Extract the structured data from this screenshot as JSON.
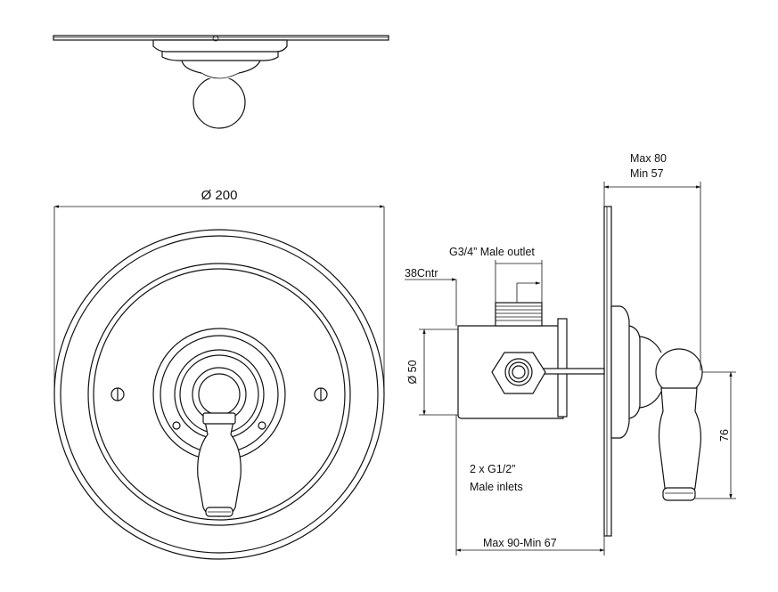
{
  "labels": {
    "diameter_200": "Ø 200",
    "max_80": "Max 80",
    "min_57": "Min 57",
    "male_outlet": "G3/4” Male outlet",
    "cntr_38": "38Cntr",
    "diameter_50": "Ø 50",
    "dim_76": "76",
    "inlets_line1": "2 x G1/2”",
    "inlets_line2": "Male inlets",
    "max_90_min_67": "Max  90-Min 67"
  }
}
